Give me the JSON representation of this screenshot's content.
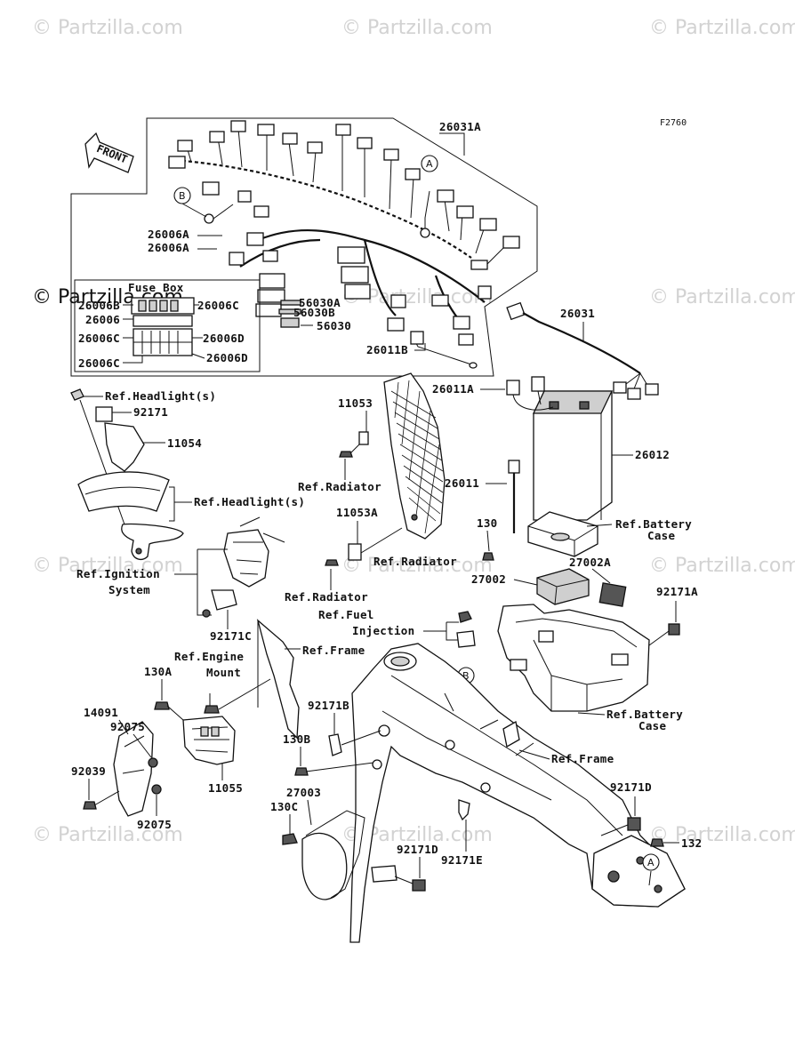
{
  "figure_code": "F2760",
  "watermark_text": "© Partzilla.com",
  "front_arrow": "FRONT",
  "fuse_box_title": "Fuse Box",
  "callouts": {
    "a_top": "A",
    "b_top": "B",
    "b_mid": "B",
    "a_bottom": "A"
  },
  "labels": {
    "l26031A": "26031A",
    "l26006A_1": "26006A",
    "l26006A_2": "26006A",
    "l26006B": "26006B",
    "l26006C_1": "26006C",
    "l26006": "26006",
    "l26006C_2": "26006C",
    "l26006D_1": "26006D",
    "l26006C_3": "26006C",
    "l26006D_2": "26006D",
    "l56030A": "56030A",
    "l56030B": "56030B",
    "l56030": "56030",
    "l26031": "26031",
    "l26011B": "26011B",
    "l26011A": "26011A",
    "l26012": "26012",
    "l26011": "26011",
    "l130": "130",
    "l11053": "11053",
    "l11053A": "11053A",
    "l92171": "92171",
    "l11054": "11054",
    "l27002A": "27002A",
    "l27002": "27002",
    "l92171A": "92171A",
    "l92171C": "92171C",
    "l130A": "130A",
    "l14091": "14091",
    "l92075_1": "92075",
    "l92039": "92039",
    "l92075_2": "92075",
    "l11055": "11055",
    "l92171B": "92171B",
    "l130B": "130B",
    "l27003": "27003",
    "l130C": "130C",
    "l92171D_1": "92171D",
    "l92171E": "92171E",
    "l92171D_2": "92171D",
    "l132": "132"
  },
  "references": {
    "headlight_1": "Ref.Headlight(s)",
    "headlight_2": "Ref.Headlight(s)",
    "radiator_1": "Ref.Radiator",
    "radiator_2": "Ref.Radiator",
    "radiator_3": "Ref.Radiator",
    "battery_case_1_a": "Ref.Battery",
    "battery_case_1_b": "Case",
    "ignition_a": "Ref.Ignition",
    "ignition_b": "System",
    "fuel_injection_a": "Ref.Fuel",
    "fuel_injection_b": "Injection",
    "engine_mount_a": "Ref.Engine",
    "engine_mount_b": "Mount",
    "frame_1": "Ref.Frame",
    "frame_2": "Ref.Frame",
    "battery_case_2_a": "Ref.Battery",
    "battery_case_2_b": "Case"
  }
}
